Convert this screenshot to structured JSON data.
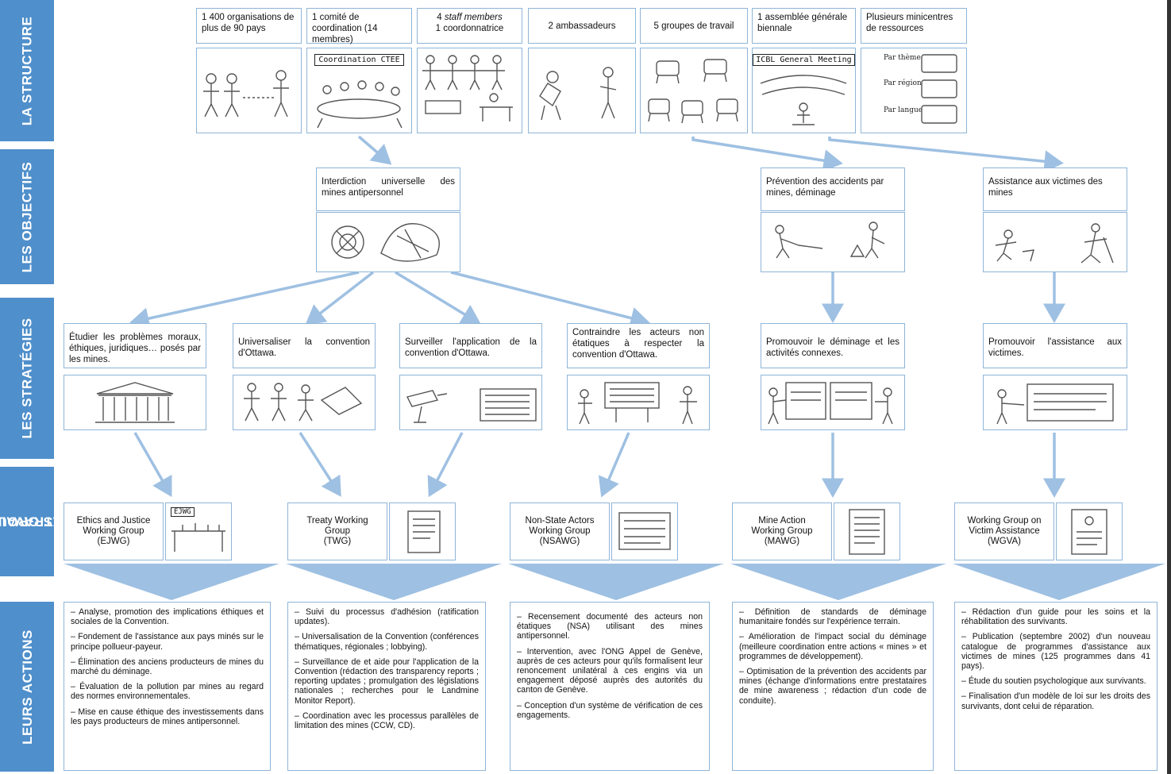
{
  "bands": {
    "structure": "LA STRUCTURE",
    "objectifs": "LES OBJECTIFS",
    "strategies": "LES STRATÉGIES",
    "groupes_1": "LES GROUPES",
    "groupes_2": "DE TRAVAIL",
    "actions": "LEURS ACTIONS"
  },
  "structure": [
    {
      "text": "1 400 organisations de plus de 90 pays"
    },
    {
      "text": "1 comité de coordination (14 membres)",
      "tag": "Coordination CTEE"
    },
    {
      "text_em": "staff members",
      "text_pre": "4 ",
      "text_post": "1 coordonnatrice"
    },
    {
      "text": "2 ambassadeurs"
    },
    {
      "text": "5 groupes de travail"
    },
    {
      "text": "1 assemblée générale biennale",
      "tag": "ICBL General Meeting"
    },
    {
      "text": "Plusieurs minicentres de ressources",
      "tags": [
        "Par thème",
        "Par région",
        "Par langue"
      ]
    }
  ],
  "objectifs": [
    {
      "text": "Interdiction universelle des mines antipersonnel"
    },
    {
      "text": "Prévention des accidents par mines, déminage"
    },
    {
      "text": "Assistance aux victimes des mines"
    }
  ],
  "strategies": [
    {
      "text": "Étudier les problèmes moraux, éthiques, juridiques… posés par les mines."
    },
    {
      "text": "Universaliser la convention d'Ottawa."
    },
    {
      "text": "Surveiller l'application de la convention d'Ottawa."
    },
    {
      "text": "Contraindre les acteurs non étatiques à respecter la convention d'Ottawa."
    },
    {
      "text": "Promouvoir le déminage et les activités connexes."
    },
    {
      "text": "Promouvoir l'assistance aux victimes."
    }
  ],
  "groups": [
    {
      "l1": "Ethics and Justice",
      "l2": "Working Group",
      "l3": "(EJWG)",
      "tag": "EJWG"
    },
    {
      "l1": "Treaty Working",
      "l2": "Group",
      "l3": "(TWG)"
    },
    {
      "l1": "Non-State Actors",
      "l2": "Working Group",
      "l3": "(NSAWG)"
    },
    {
      "l1": "Mine Action",
      "l2": "Working Group",
      "l3": "(MAWG)"
    },
    {
      "l1": "Working Group on",
      "l2": "Victim Assistance",
      "l3": "(WGVA)"
    }
  ],
  "actions": [
    {
      "items": [
        "– Analyse, promotion des implications éthiques et sociales de la Convention.",
        "– Fondement de l'assistance aux pays minés sur le principe pollueur-payeur.",
        "– Élimination des anciens producteurs de mines du marché du déminage.",
        "– Évaluation de la pollution par mines au regard des normes environnementales.",
        "– Mise en cause éthique des investissements dans les pays producteurs de mines antipersonnel."
      ]
    },
    {
      "items": [
        "– Suivi du processus d'adhésion (ratification updates).",
        "– Universalisation de la Convention (conférences thématiques, régionales ; lobbying).",
        "– Surveillance de et aide pour l'application de la Convention (rédaction des transparency reports ; reporting updates ; promulgation des législations nationales ; recherches pour le Landmine Monitor Report).",
        "– Coordination avec les processus parallèles de limitation des mines (CCW, CD)."
      ]
    },
    {
      "items": [
        "– Recensement documenté des acteurs non étatiques (NSA) utilisant des mines antipersonnel.",
        "– Intervention, avec l'ONG Appel de Genève, auprès de ces acteurs pour qu'ils formalisent leur renoncement unilatéral à ces engins via un engagement déposé auprès des autorités du canton de Genève.",
        "– Conception d'un système de vérification de ces engagements."
      ]
    },
    {
      "items": [
        "– Définition de standards de déminage humanitaire fondés sur l'expérience terrain.",
        "– Amélioration de l'impact social du déminage (meilleure coordination entre actions « mines » et programmes de développement).",
        "– Optimisation de la prévention des accidents par mines (échange d'informations entre prestataires de mine awareness ; rédaction d'un code de conduite)."
      ]
    },
    {
      "items": [
        "– Rédaction d'un guide pour les soins et la réhabilitation des survivants.",
        "– Publication (septembre 2002) d'un nouveau catalogue de programmes d'assistance aux victimes de mines (125 programmes dans 41 pays).",
        "– Étude du soutien psychologique aux survivants.",
        "– Finalisation d'un modèle de loi sur les droits des survivants, dont celui de réparation."
      ]
    }
  ],
  "colors": {
    "band": "#4f8fcb",
    "arrow": "#9ec0e2",
    "border": "#8fb5d8"
  }
}
